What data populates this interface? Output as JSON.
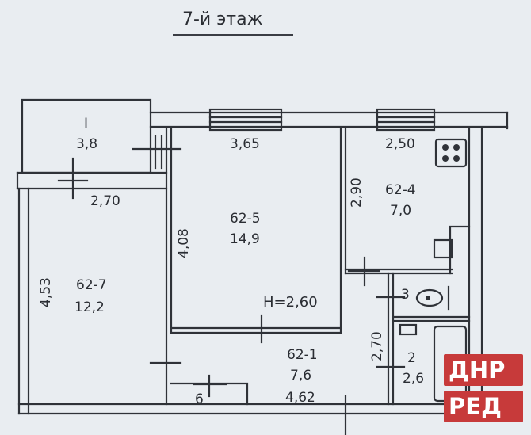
{
  "floor_title": "7-й этаж",
  "rooms": {
    "balcony": {
      "name": "I",
      "area": "3,8"
    },
    "living_room": {
      "name": "62-5",
      "area": "14,9"
    },
    "kitchen": {
      "name": "62-4",
      "area": "7,0"
    },
    "bedroom": {
      "name": "62-7",
      "area": "12,2"
    },
    "hallway": {
      "name": "62-1",
      "area": "7,6"
    },
    "toilet": {
      "name": "3"
    },
    "bathroom": {
      "name": "2",
      "area": "2,6"
    },
    "closet": {
      "name": "6"
    }
  },
  "dimensions": {
    "living_width": "3,65",
    "kitchen_width": "2,50",
    "balcony_width": "2,70",
    "kitchen_depth": "2,90",
    "living_depth": "4,08",
    "bedroom_depth": "4,53",
    "bath_depth": "2,70",
    "hallway_width": "4,62"
  },
  "ceiling_height": "H=2,60",
  "watermark": {
    "line1": "ДНР",
    "line2": "РЕД",
    "color": "#c73a3a"
  }
}
